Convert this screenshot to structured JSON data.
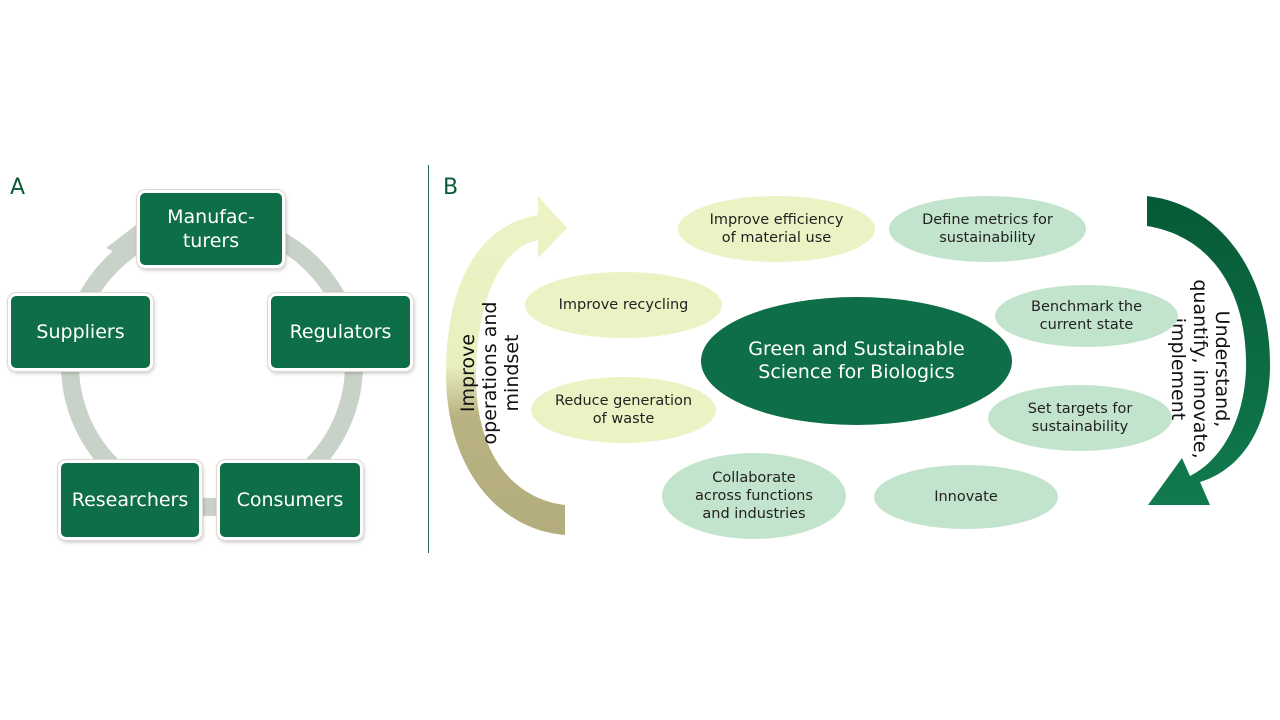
{
  "panel_a": {
    "label": "A",
    "nodes": [
      "Manufac-\nturers",
      "Regulators",
      "Consumers",
      "Researchers",
      "Suppliers"
    ]
  },
  "panel_b": {
    "label": "B",
    "center": "Green and Sustainable Science for Biologics",
    "left_arrow_label": "Improve operations and mindset",
    "right_arrow_label": "Understand, quantify, innovate, implement",
    "left_items": [
      "Improve efficiency of material use",
      "Improve recycling",
      "Reduce generation of waste"
    ],
    "right_items": [
      "Define metrics for sustainability",
      "Benchmark the current state",
      "Set targets for sustainability",
      "Innovate",
      "Collaborate across functions and industries"
    ]
  },
  "colors": {
    "dark_green": "#0e6e47",
    "light_yellow": "#edf2c4",
    "light_green": "#c3e4cc",
    "ring_gray": "#c8d2c8",
    "arrow_olive": "#b3ac7c"
  }
}
